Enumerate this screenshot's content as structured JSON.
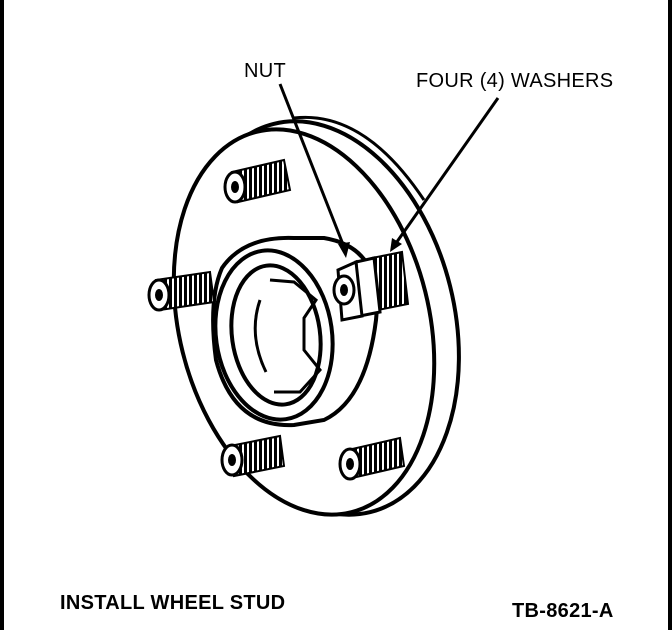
{
  "labels": {
    "nut": "NUT",
    "washers": "FOUR (4) WASHERS"
  },
  "caption": "INSTALL WHEEL STUD",
  "figure_id": "TB-8621-A",
  "colors": {
    "ink": "#000000",
    "paper": "#ffffff"
  }
}
